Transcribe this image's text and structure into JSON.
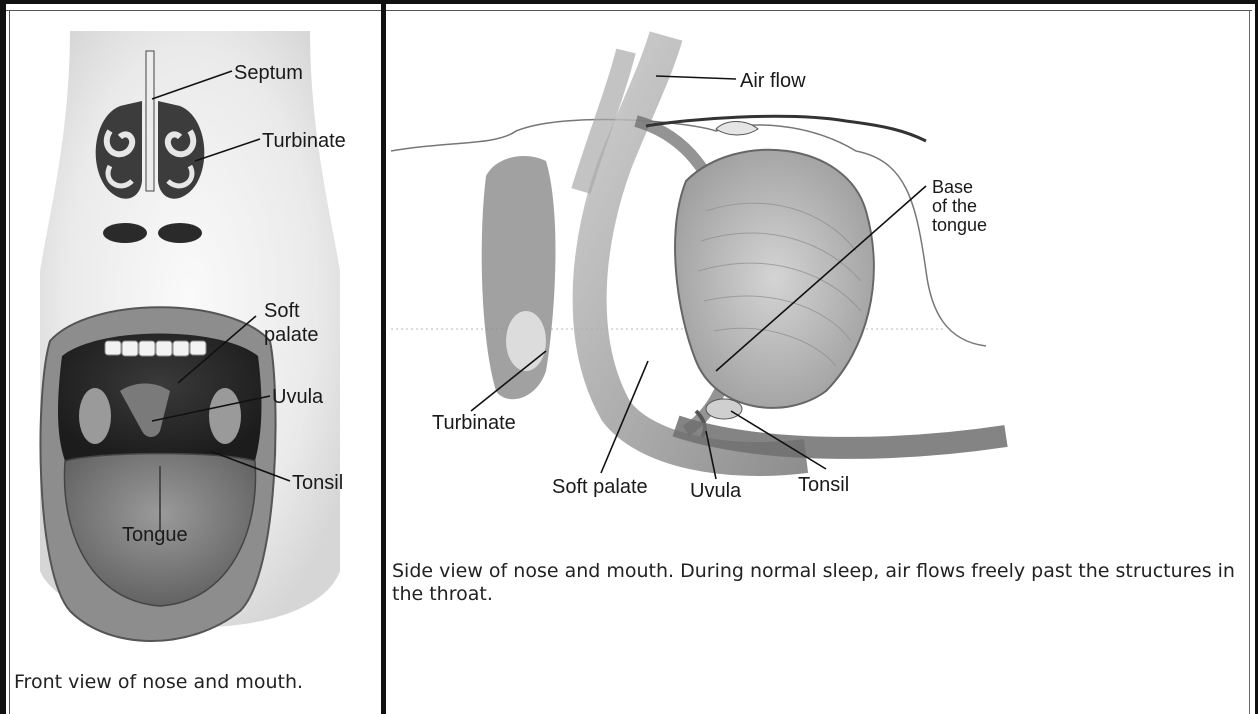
{
  "front_view": {
    "labels": {
      "septum": "Septum",
      "turbinate": "Turbinate",
      "soft_palate_line1": "Soft",
      "soft_palate_line2": "palate",
      "uvula": "Uvula",
      "tonsil": "Tonsil",
      "tongue": "Tongue"
    },
    "caption": "Front view of nose and mouth."
  },
  "side_view": {
    "labels": {
      "air_flow": "Air flow",
      "base_line1": "Base",
      "base_line2": "of the",
      "base_line3": "tongue",
      "turbinate": "Turbinate",
      "soft_palate": "Soft palate",
      "uvula": "Uvula",
      "tonsil": "Tonsil"
    },
    "caption": "Side view of nose and mouth. During normal sleep, air flows freely past the structures in the throat."
  }
}
